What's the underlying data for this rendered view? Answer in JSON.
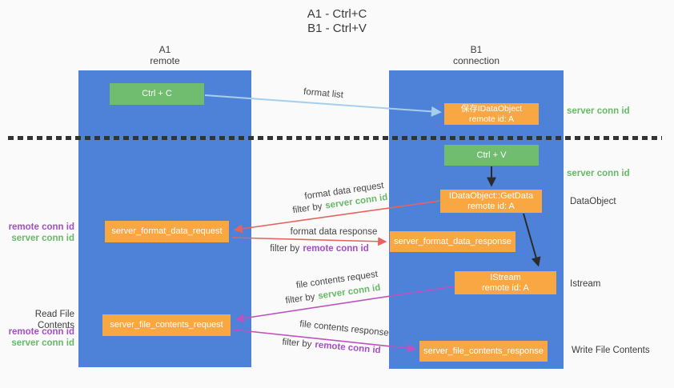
{
  "title": {
    "line1": "A1 - Ctrl+C",
    "line2": "B1 - Ctrl+V"
  },
  "lifelines": {
    "left": {
      "title": "A1",
      "subtitle": "remote"
    },
    "right": {
      "title": "B1",
      "subtitle": "connection"
    }
  },
  "nodes": {
    "ctrl_c": {
      "label": "Ctrl + C"
    },
    "ctrl_v": {
      "label": "Ctrl + V"
    },
    "save_idataobject": {
      "line1": "保存IDataObject",
      "line2": "remote id: A"
    },
    "getdata": {
      "line1": "IDataObject::GetData",
      "line2": "remote id: A"
    },
    "istream": {
      "line1": "IStream",
      "line2": "remote id: A"
    },
    "server_format_data_request": {
      "label": "server_format_data_request"
    },
    "server_format_data_response": {
      "label": "server_format_data_response"
    },
    "server_file_contents_request": {
      "label": "server_file_contents_request"
    },
    "server_file_contents_response": {
      "label": "server_file_contents_response"
    }
  },
  "flow_labels": {
    "format_list": "format list",
    "format_data_request": "format data request",
    "format_data_response": "format data response",
    "file_contents_request": "file contents request",
    "file_contents_response": "file contents response",
    "filter_by": "filter by",
    "server_conn_id": "server conn id",
    "remote_conn_id": "remote conn id"
  },
  "side_labels": {
    "server_conn_id": "server conn id",
    "remote_conn_id": "remote conn id",
    "dataobject": "DataObject",
    "istream": "Istream",
    "read_file_contents": "Read File Contents",
    "write_file_contents": "Write File Contents"
  },
  "colors": {
    "lifeline_blue": "#4d82d8",
    "box_green": "#70bd70",
    "box_orange": "#f8a743",
    "arrow_light_blue": "#a6cfed",
    "arrow_red": "#e7635f",
    "arrow_magenta": "#bd53bd",
    "arrow_black": "#2b2b2b",
    "text_green": "#67b967",
    "text_purple": "#a34fc3",
    "separator": "#333333"
  }
}
